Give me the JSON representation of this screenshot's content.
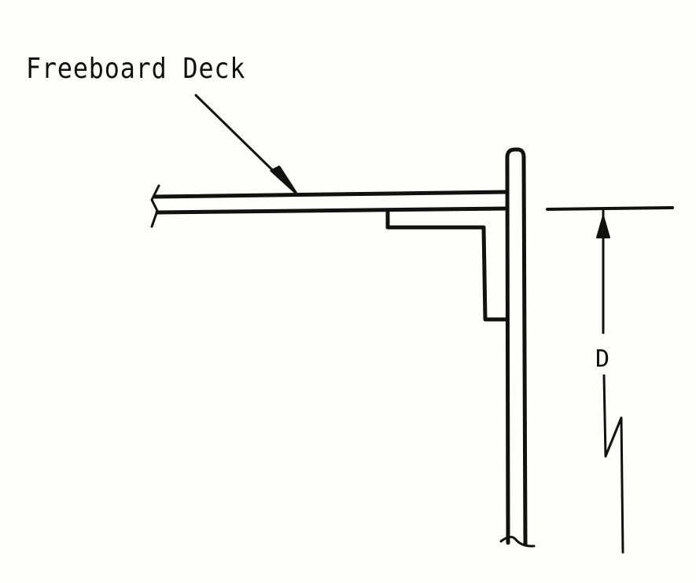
{
  "diagram": {
    "type": "structural-section",
    "background": "#fefefc",
    "line_color": "#111111",
    "labels": {
      "deck_label": "Freeboard Deck",
      "dimension_label": "D"
    },
    "elements": [
      {
        "name": "deck-plate",
        "description": "horizontal deck plate with broken end on left"
      },
      {
        "name": "side-shell",
        "description": "vertical side shell plate with rounded top and broken end at bottom"
      },
      {
        "name": "deck-bracket",
        "description": "stepped bracket connecting deck underside to side shell"
      },
      {
        "name": "leader-arrow",
        "description": "leader line pointing from label to deck top"
      },
      {
        "name": "dimension-line-D",
        "description": "vertical dimension line with arrow and break symbol, measuring depth D from deck line"
      }
    ]
  }
}
